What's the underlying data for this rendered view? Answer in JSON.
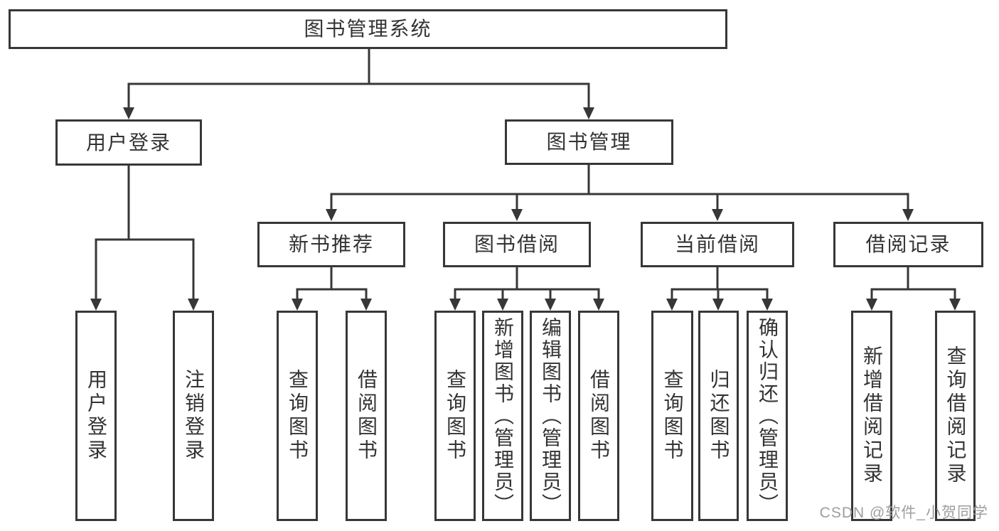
{
  "diagram": {
    "nodes": {
      "root": "图书管理系统",
      "level2": [
        "用户登录",
        "图书管理"
      ],
      "level3": [
        "新书推荐",
        "图书借阅",
        "当前借阅",
        "借阅记录"
      ],
      "leaves": {
        "user_login": [
          "用户登录",
          "注销登录"
        ],
        "new_book_recommend": [
          "查询图书",
          "借阅图书"
        ],
        "book_borrowing": [
          "查询图书",
          "新增图书（管理员）",
          "编辑图书（管理员）",
          "借阅图书"
        ],
        "current_borrowing": [
          "查询图书",
          "归还图书",
          "确认归还（管理员）"
        ],
        "borrowing_records": [
          "新增借阅记录",
          "查询借阅记录"
        ]
      }
    },
    "colors": {
      "line": "#373737",
      "text": "#333333",
      "background": "#ffffff",
      "watermark": "#9e9e9e"
    }
  },
  "watermark": "CSDN @软件_小贺同学"
}
